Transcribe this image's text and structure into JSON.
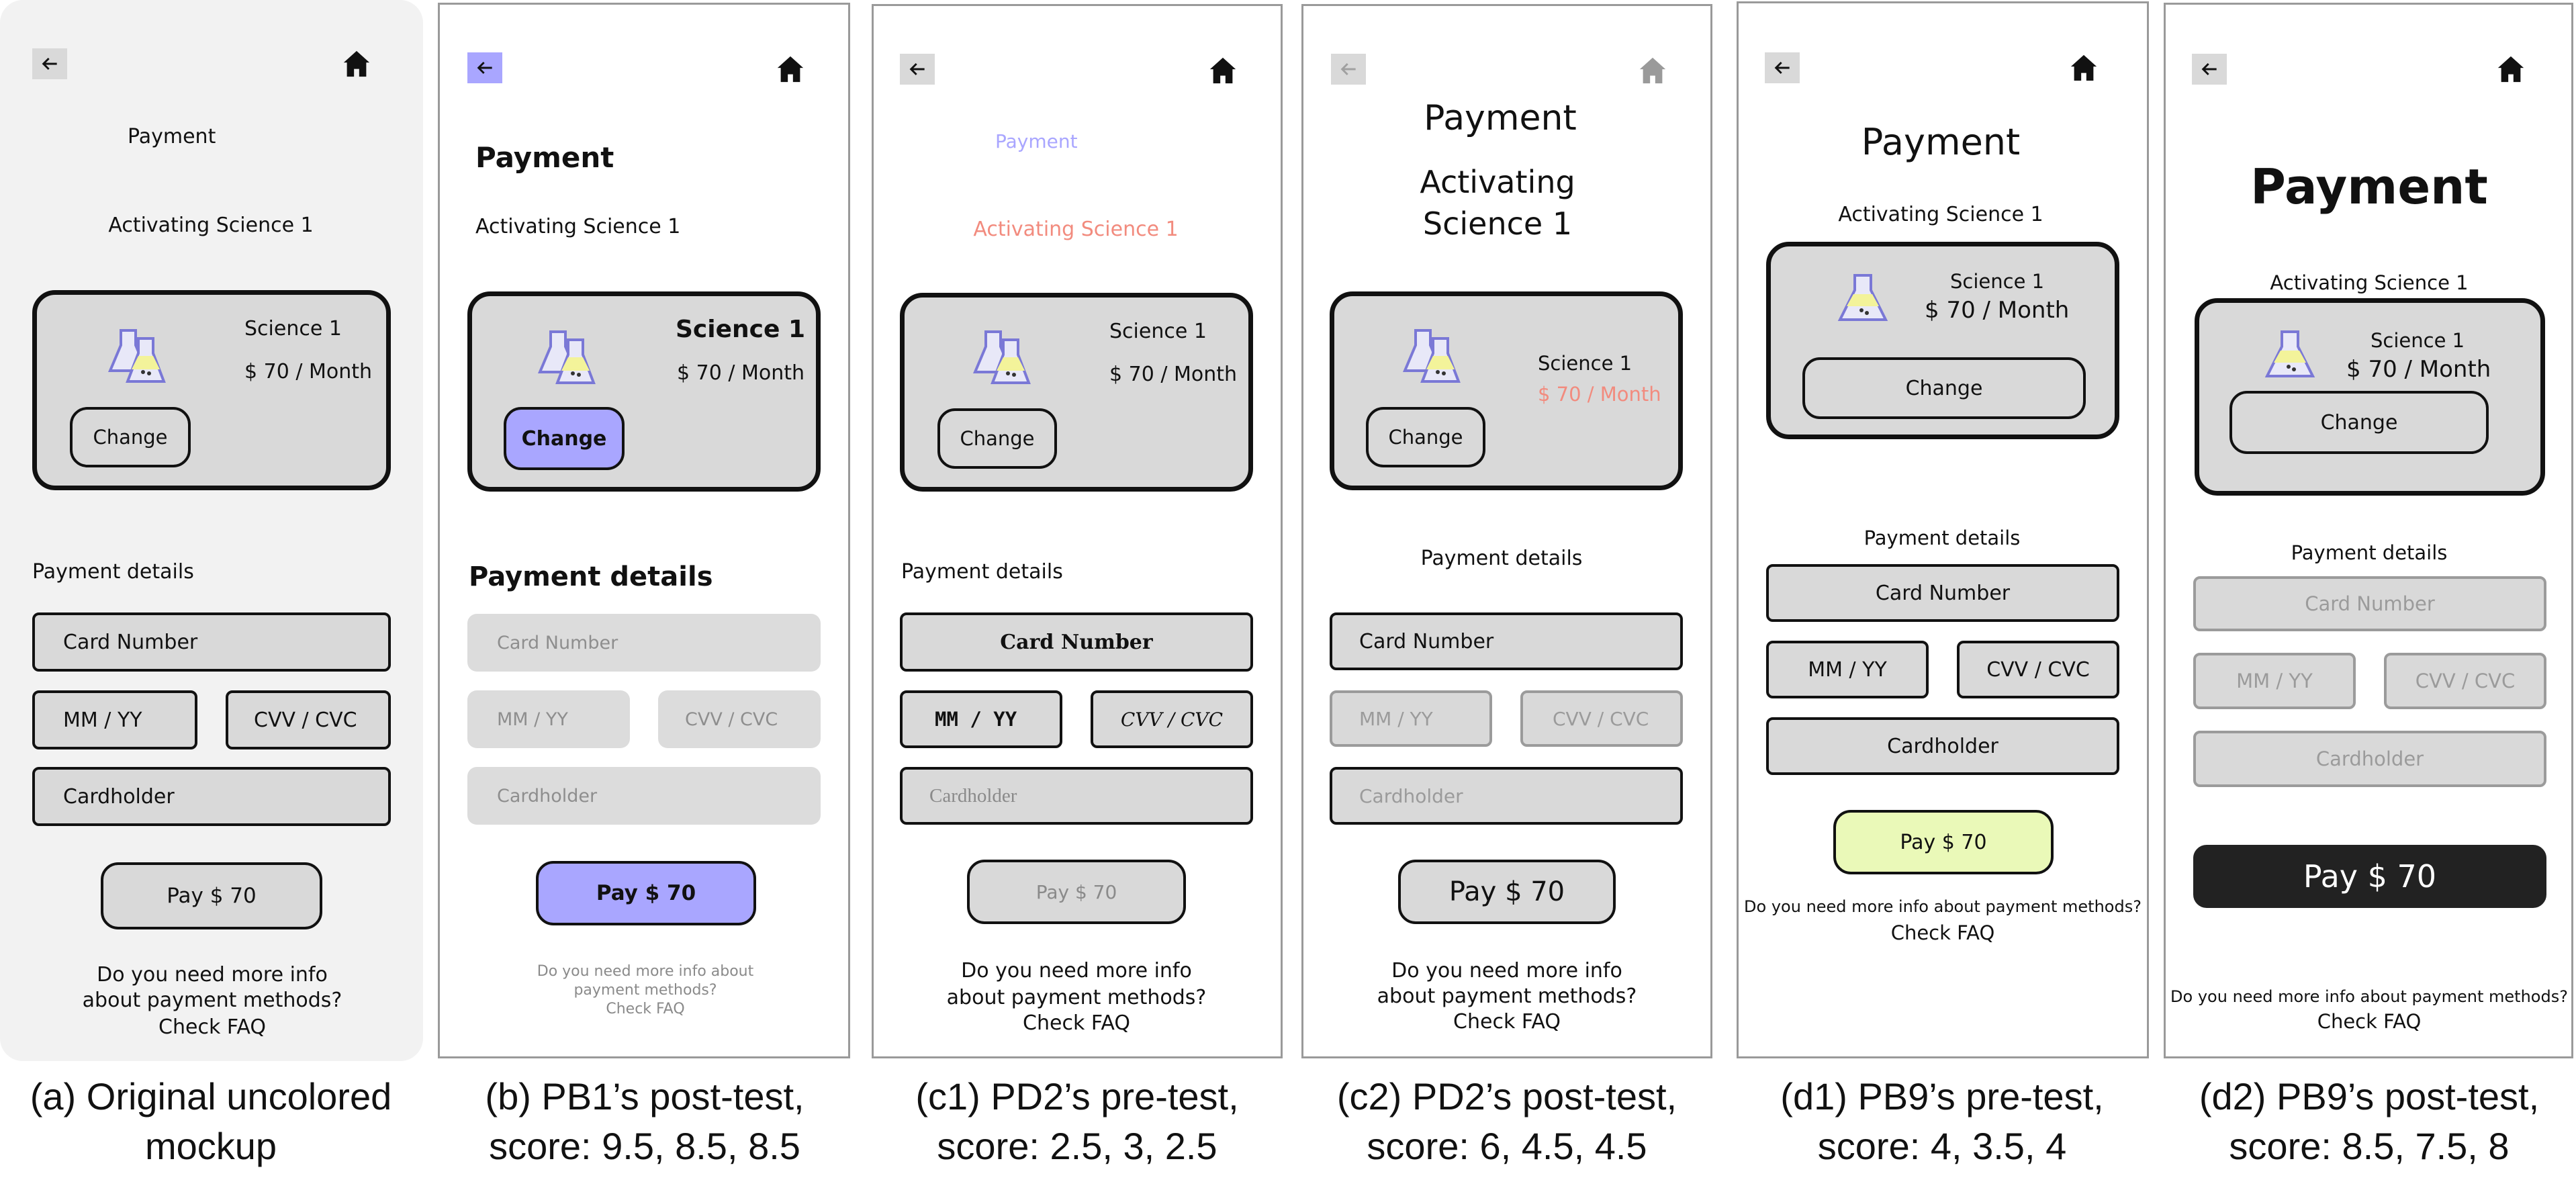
{
  "colors": {
    "grey": "#d9d9d9",
    "purple": "#a9a6ff",
    "salmon": "#f28b7e",
    "lime": "#eaf9b8",
    "dark": "#222222",
    "flask_purple": "#7a78d6",
    "flask_liquid": "#f3f39a"
  },
  "icons": {
    "back": "arrow-left-icon",
    "home": "home-icon",
    "product": "science-flask-icon"
  },
  "a": {
    "title": "Payment",
    "subtitle": "Activating Science 1",
    "product": "Science 1",
    "price": "$ 70 / Month",
    "change": "Change",
    "details": "Payment details",
    "card": "Card Number",
    "mmyy": "MM / YY",
    "cvv": "CVV / CVC",
    "holder": "Cardholder",
    "pay": "Pay $ 70",
    "faq1": "Do you need more info",
    "faq2": "about payment methods?",
    "faq3": "Check FAQ",
    "caption1": "(a) Original uncolored",
    "caption2": "mockup"
  },
  "b": {
    "title": "Payment",
    "subtitle": "Activating Science 1",
    "product": "Science 1",
    "price": "$ 70 / Month",
    "change": "Change",
    "details": "Payment details",
    "card": "Card Number",
    "mmyy": "MM / YY",
    "cvv": "CVV / CVC",
    "holder": "Cardholder",
    "pay": "Pay $ 70",
    "faq1": "Do you need more info about",
    "faq2": "payment methods?",
    "faq3": "Check FAQ",
    "caption1": "(b) PB1’s post-test,",
    "caption2": "score: 9.5, 8.5, 8.5"
  },
  "c1": {
    "title": "Payment",
    "subtitle": "Activating Science 1",
    "product": "Science 1",
    "price": "$ 70 / Month",
    "change": "Change",
    "details": "Payment details",
    "card": "Card Number",
    "mmyy": "MM / YY",
    "cvv": "CVV / CVC",
    "holder": "Cardholder",
    "pay": "Pay $ 70",
    "faq1": "Do you need more info",
    "faq2": "about payment methods?",
    "faq3": "Check FAQ",
    "caption1": "(c1) PD2’s pre-test,",
    "caption2": "score: 2.5, 3, 2.5"
  },
  "c2": {
    "title": "Payment",
    "subtitle1": "Activating",
    "subtitle2": "Science 1",
    "product": "Science 1",
    "price": "$ 70 / Month",
    "change": "Change",
    "details": "Payment details",
    "card": "Card Number",
    "mmyy": "MM / YY",
    "cvv": "CVV / CVC",
    "holder": "Cardholder",
    "pay": "Pay $ 70",
    "faq1": "Do you need more info",
    "faq2": "about payment methods?",
    "faq3": "Check FAQ",
    "caption1": "(c2) PD2’s post-test,",
    "caption2": "score: 6, 4.5, 4.5"
  },
  "d1": {
    "title": "Payment",
    "subtitle": "Activating Science 1",
    "product": "Science 1",
    "price": "$ 70 / Month",
    "change": "Change",
    "details": "Payment details",
    "card": "Card Number",
    "mmyy": "MM / YY",
    "cvv": "CVV / CVC",
    "holder": "Cardholder",
    "pay": "Pay $ 70",
    "faq1": "Do you need more info about payment methods?",
    "faq2": "Check FAQ",
    "caption1": "(d1) PB9’s pre-test,",
    "caption2": "score: 4, 3.5, 4"
  },
  "d2": {
    "title": "Payment",
    "subtitle": "Activating Science 1",
    "product": "Science 1",
    "price": "$ 70 / Month",
    "change": "Change",
    "details": "Payment details",
    "card": "Card Number",
    "mmyy": "MM / YY",
    "cvv": "CVV / CVC",
    "holder": "Cardholder",
    "pay": "Pay $ 70",
    "faq1": "Do you need more info about payment methods?",
    "faq2": "Check FAQ",
    "caption1": "(d2) PB9’s post-test,",
    "caption2": "score: 8.5, 7.5, 8"
  }
}
